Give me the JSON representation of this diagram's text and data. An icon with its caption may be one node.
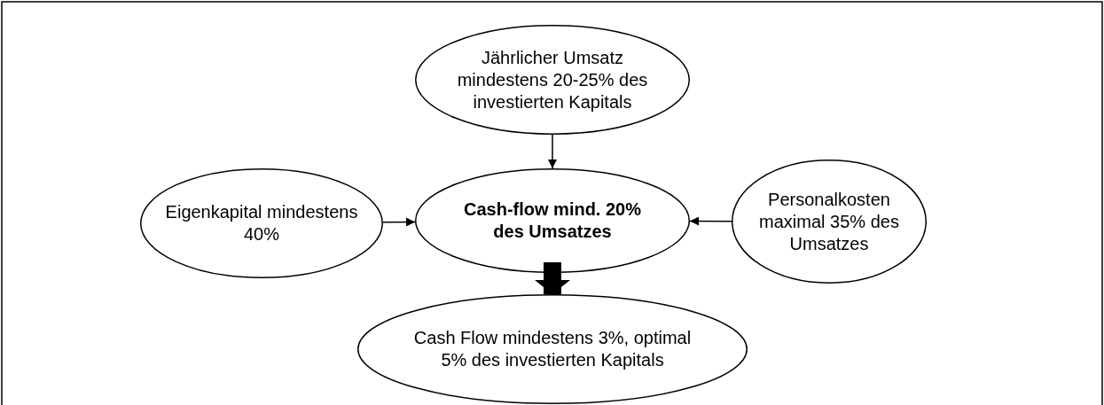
{
  "diagram": {
    "nodes": [
      {
        "text": [
          "Jährlicher Umsatz mindestens 20-25% des investierten Kapitals"
        ]
      },
      {
        "text": [
          "Eigenkapital mindestens 40%"
        ]
      },
      {
        "text": [
          "Cash-flow mind. 20% des Umsatzes"
        ]
      },
      {
        "text": [
          "Personalkosten maximal 35% des Umsatzes"
        ]
      },
      {
        "text": [
          "Cash Flow mindestens 3%, optimal 5% des investierten Kapitals"
        ]
      }
    ],
    "edges": [
      {
        "from": 0,
        "to": 2,
        "arrow": "to"
      },
      {
        "from": 1,
        "to": 2,
        "arrow": "to"
      },
      {
        "from": 3,
        "to": 2,
        "arrow": "to"
      },
      {
        "from": 2,
        "to": 4,
        "arrow": "to",
        "style": "thick"
      }
    ]
  }
}
